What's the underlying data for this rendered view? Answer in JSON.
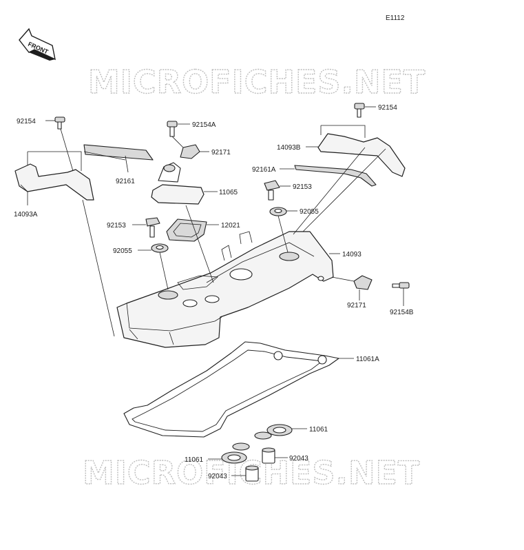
{
  "diagram": {
    "code": "E1112",
    "front_label": "FRONT",
    "watermark_text": "MICROFICHES.NET",
    "callouts": [
      {
        "id": "c-92154-left",
        "text": "92154"
      },
      {
        "id": "c-14093A",
        "text": "14093A"
      },
      {
        "id": "c-92161",
        "text": "92161"
      },
      {
        "id": "c-92154A",
        "text": "92154A"
      },
      {
        "id": "c-92171-top",
        "text": "92171"
      },
      {
        "id": "c-11065",
        "text": "11065"
      },
      {
        "id": "c-92153-left",
        "text": "92153"
      },
      {
        "id": "c-12021",
        "text": "12021"
      },
      {
        "id": "c-92055-left",
        "text": "92055"
      },
      {
        "id": "c-92154-right",
        "text": "92154"
      },
      {
        "id": "c-14093B",
        "text": "14093B"
      },
      {
        "id": "c-92161A",
        "text": "92161A"
      },
      {
        "id": "c-92153-right",
        "text": "92153"
      },
      {
        "id": "c-92055-right",
        "text": "92055"
      },
      {
        "id": "c-14093",
        "text": "14093"
      },
      {
        "id": "c-92171-right",
        "text": "92171"
      },
      {
        "id": "c-92154B",
        "text": "92154B"
      },
      {
        "id": "c-11061A",
        "text": "11061A"
      },
      {
        "id": "c-11061-right",
        "text": "11061"
      },
      {
        "id": "c-11061-left",
        "text": "11061"
      },
      {
        "id": "c-92043-right",
        "text": "92043"
      },
      {
        "id": "c-92043-left",
        "text": "92043"
      }
    ]
  }
}
